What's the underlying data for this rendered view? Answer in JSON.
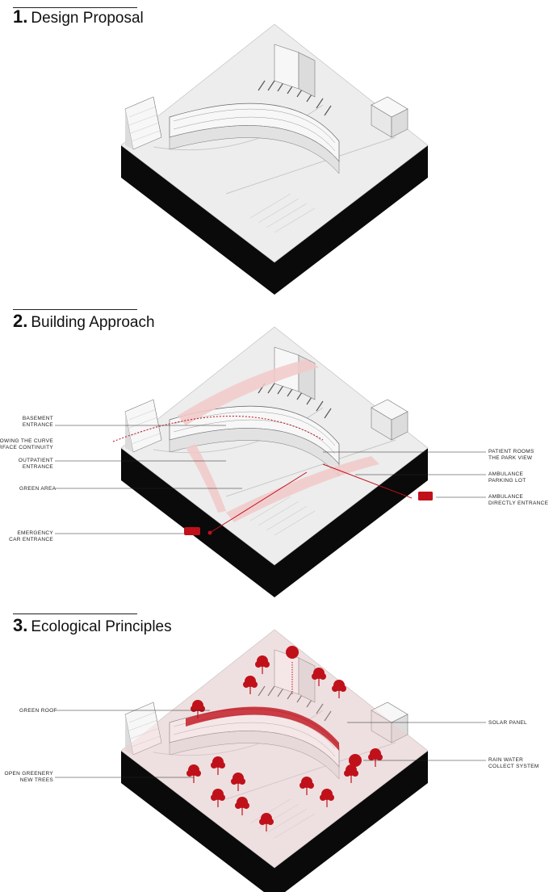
{
  "sections": [
    {
      "number": "1.",
      "title": "Design Proposal"
    },
    {
      "number": "2.",
      "title": "Building Approach"
    },
    {
      "number": "3.",
      "title": "Ecological Principles"
    }
  ],
  "approach_labels": {
    "basement_entrance": [
      "BASEMENT",
      "ENTRANCE"
    ],
    "following_curve": [
      "FOLLOWING THE CURVE",
      "SURFACE CONTINUITY"
    ],
    "outpatient_entrance": [
      "OUTPATIENT",
      "ENTRANCE"
    ],
    "green_area": [
      "GREEN AREA"
    ],
    "emergency_entrance": [
      "EMERGENCY",
      "CAR ENTRANCE"
    ],
    "patient_rooms": [
      "PATIENT ROOMS",
      "THE PARK VIEW"
    ],
    "ambulance_parking": [
      "AMBULANCE",
      "PARKING LOT"
    ],
    "ambulance_entrance": [
      "AMBULANCE",
      "DIRECTLY ENTRANCE"
    ]
  },
  "ecology_labels": {
    "green_roof": [
      "GREEN ROOF"
    ],
    "open_greenery": [
      "OPEN GREENERY",
      "NEW TREES"
    ],
    "solar_panel": [
      "SOLAR PANEL"
    ],
    "rain_water": [
      "RAIN WATER",
      "COLLECT SYSTEM"
    ]
  },
  "colors": {
    "accent_red": "#c0111b",
    "light_red": "#f2c9c9",
    "base_black": "#0a0a0a",
    "ground": "#ededed",
    "building": "#f7f7f7",
    "line": "#555555"
  }
}
